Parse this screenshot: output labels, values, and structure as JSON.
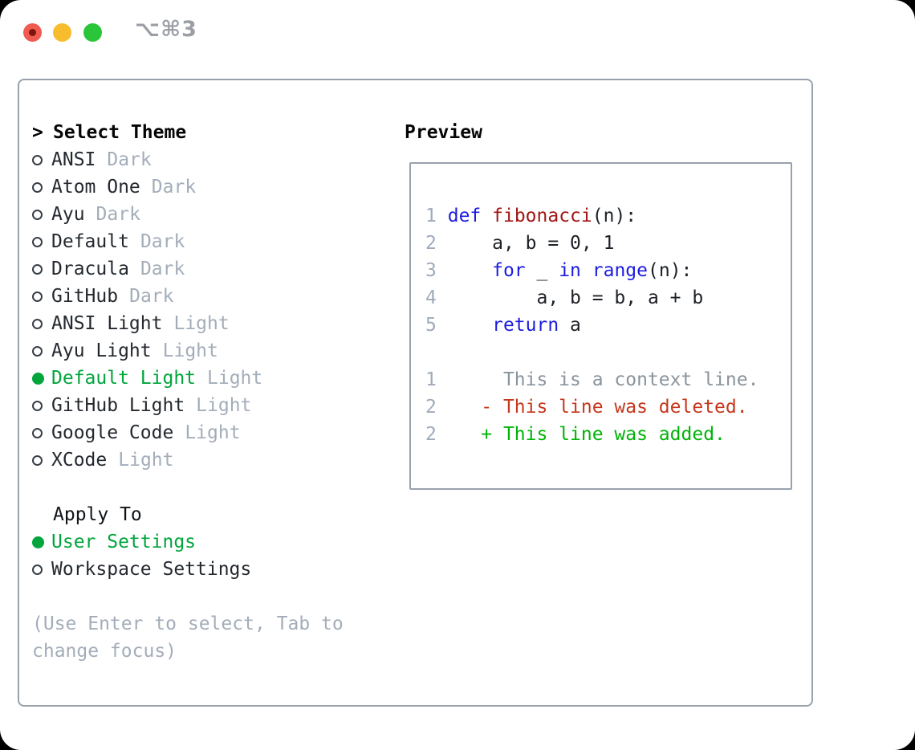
{
  "colors": {
    "border": "#99a2ac",
    "text": "#24292f",
    "muted": "#a3adb9",
    "muted_dark": "#9b9fa5",
    "linenum": "#9fabbb",
    "ctx": "#8a949d",
    "sel_green": "#00a53c",
    "add_green": "#00b307",
    "del_red": "#c6371d",
    "keyword_blue": "#1c1ce0",
    "function_red": "#a31515",
    "tl_red": "#f05b51",
    "tl_red_dot": "#7e140c",
    "tl_yellow": "#f8bd2d",
    "tl_green": "#2bc53a"
  },
  "titlebar": {
    "shortcut_label": "⌥⌘3"
  },
  "theme_panel": {
    "title_prefix": ">",
    "title": "Select Theme",
    "items": [
      {
        "name": "ANSI",
        "tag": "Dark",
        "selected": false
      },
      {
        "name": "Atom One",
        "tag": "Dark",
        "selected": false
      },
      {
        "name": "Ayu",
        "tag": "Dark",
        "selected": false
      },
      {
        "name": "Default",
        "tag": "Dark",
        "selected": false
      },
      {
        "name": "Dracula",
        "tag": "Dark",
        "selected": false
      },
      {
        "name": "GitHub",
        "tag": "Dark",
        "selected": false
      },
      {
        "name": "ANSI Light",
        "tag": "Light",
        "selected": false
      },
      {
        "name": "Ayu Light",
        "tag": "Light",
        "selected": false
      },
      {
        "name": "Default Light",
        "tag": "Light",
        "selected": true
      },
      {
        "name": "GitHub Light",
        "tag": "Light",
        "selected": false
      },
      {
        "name": "Google Code",
        "tag": "Light",
        "selected": false
      },
      {
        "name": "XCode",
        "tag": "Light",
        "selected": false
      }
    ],
    "apply_to": {
      "title": "Apply To",
      "options": [
        {
          "name": "User Settings",
          "selected": true
        },
        {
          "name": "Workspace Settings",
          "selected": false
        }
      ]
    },
    "hint": "(Use Enter to select, Tab to change focus)"
  },
  "preview": {
    "title": "Preview",
    "code_lines": [
      {
        "tokens": [
          {
            "c": "ln",
            "t": "1"
          },
          {
            "c": "p",
            "t": " "
          },
          {
            "c": "k",
            "t": "def"
          },
          {
            "c": "p",
            "t": " "
          },
          {
            "c": "f",
            "t": "fibonacci"
          },
          {
            "c": "p",
            "t": "(n):"
          }
        ]
      },
      {
        "tokens": [
          {
            "c": "ln",
            "t": "2"
          },
          {
            "c": "p",
            "t": "     a, b = 0, 1"
          }
        ]
      },
      {
        "tokens": [
          {
            "c": "ln",
            "t": "3"
          },
          {
            "c": "p",
            "t": "     "
          },
          {
            "c": "k",
            "t": "for"
          },
          {
            "c": "p",
            "t": " _ "
          },
          {
            "c": "k",
            "t": "in"
          },
          {
            "c": "p",
            "t": " "
          },
          {
            "c": "k",
            "t": "range"
          },
          {
            "c": "p",
            "t": "(n):"
          }
        ]
      },
      {
        "tokens": [
          {
            "c": "ln",
            "t": "4"
          },
          {
            "c": "p",
            "t": "         a, b = b, a + b"
          }
        ]
      },
      {
        "tokens": [
          {
            "c": "ln",
            "t": "5"
          },
          {
            "c": "p",
            "t": "     "
          },
          {
            "c": "k",
            "t": "return"
          },
          {
            "c": "p",
            "t": " a"
          }
        ]
      },
      {
        "tokens": []
      },
      {
        "tokens": [
          {
            "c": "ln",
            "t": "1"
          },
          {
            "c": "ctx",
            "t": "      This is a context line."
          }
        ]
      },
      {
        "tokens": [
          {
            "c": "ln",
            "t": "2"
          },
          {
            "c": "p",
            "t": "    "
          },
          {
            "c": "del",
            "t": "- This line was deleted."
          }
        ]
      },
      {
        "tokens": [
          {
            "c": "ln",
            "t": "2"
          },
          {
            "c": "p",
            "t": "    "
          },
          {
            "c": "add",
            "t": "+ This line was added."
          }
        ]
      }
    ]
  }
}
